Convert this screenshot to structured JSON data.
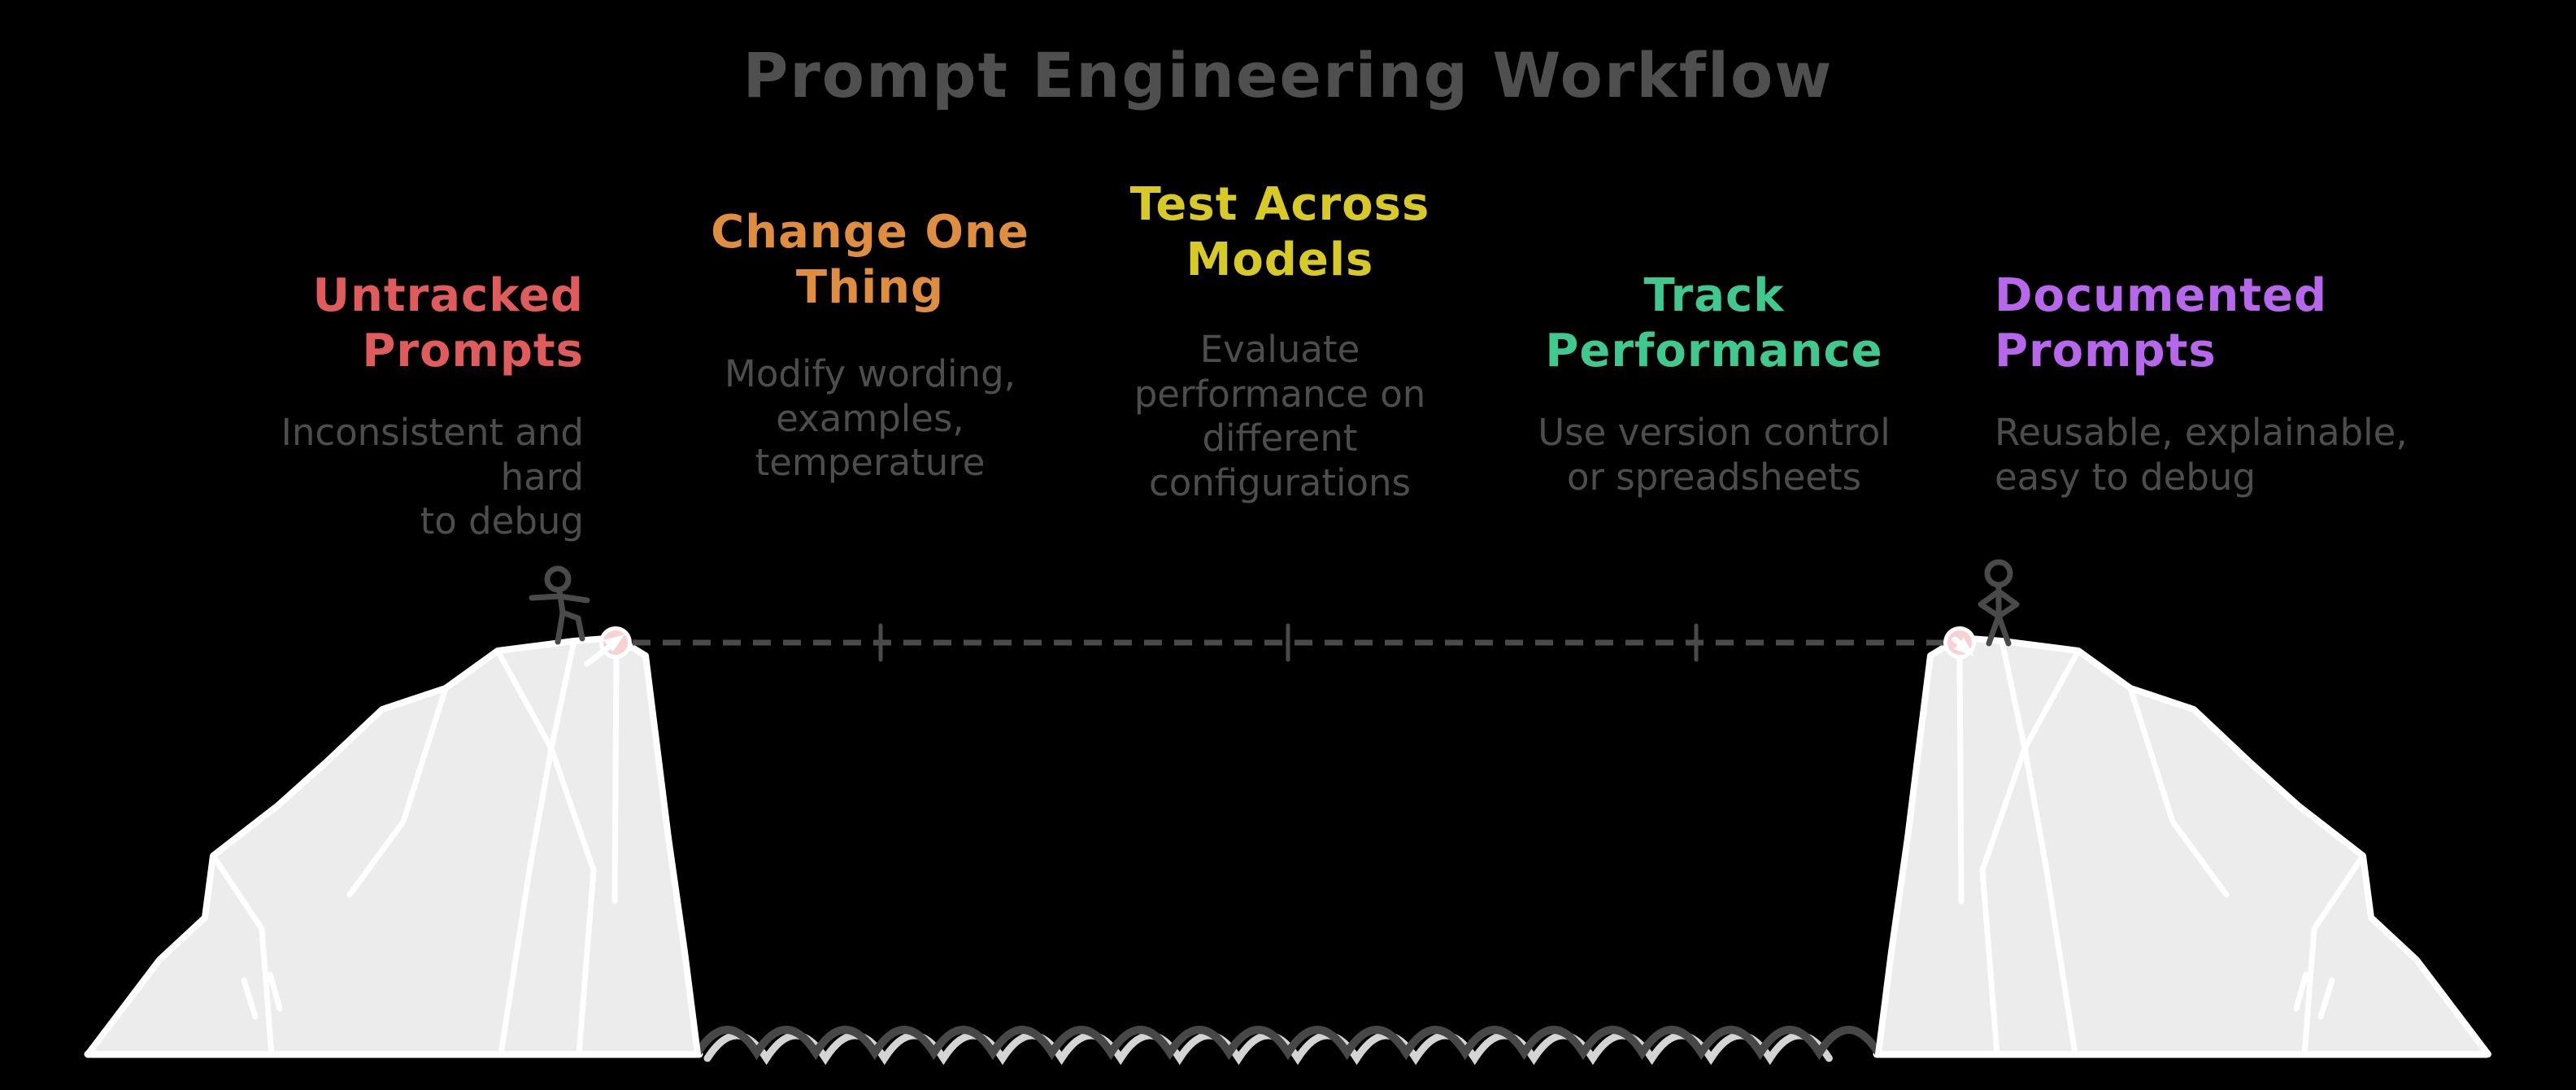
{
  "title": "Prompt Engineering Workflow",
  "steps": [
    {
      "title": "Untracked\nPrompts",
      "description": "Inconsistent and hard\nto debug",
      "color": "#e05c5c"
    },
    {
      "title": "Change One\nThing",
      "description": "Modify wording,\nexamples,\ntemperature",
      "color": "#df8d3e"
    },
    {
      "title": "Test Across\nModels",
      "description": "Evaluate\nperformance on\ndifferent\nconfigurations",
      "color": "#d8ca25"
    },
    {
      "title": "Track\nPerformance",
      "description": "Use version control\nor spreadsheets",
      "color": "#40c98e"
    },
    {
      "title": "Documented\nPrompts",
      "description": "Reusable, explainable,\neasy to debug",
      "color": "#b767eb"
    }
  ],
  "colors": {
    "background": "#000000",
    "title_text": "#4f4f4f",
    "description_text": "#4d4d4d",
    "cliff_fill": "#ececec",
    "cliff_stroke": "#ffffff",
    "line_dark": "#4a4a4a",
    "wave_dark": "#474747",
    "wave_light": "#d4d4d4",
    "marker_pink": "#f7d2d2",
    "marker_ring": "#ffffff"
  },
  "illustration": {
    "left_cliff": "cliff-icon",
    "right_cliff": "cliff-icon",
    "left_figure": "stick-figure-walking-icon",
    "right_figure": "stick-figure-standing-icon",
    "rope": "dashed-rope-line",
    "rope_tick_count": 3,
    "water": "wave-line",
    "start_marker": "start-point-marker",
    "end_marker": "end-point-marker"
  }
}
